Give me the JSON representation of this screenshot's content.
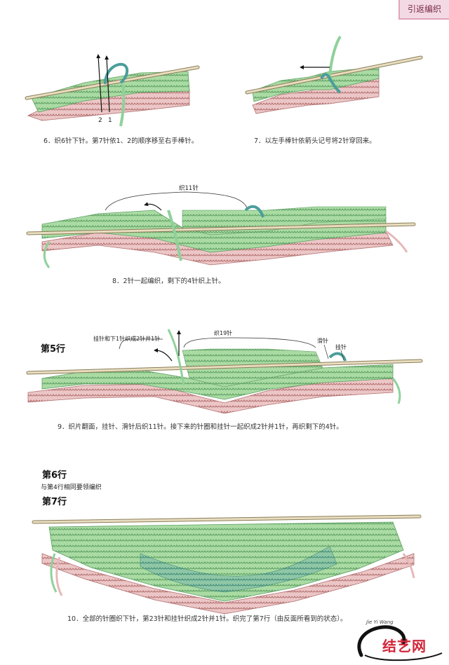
{
  "header": {
    "section_tab": "引返编织"
  },
  "steps": [
    {
      "caption": "6．织6针下针。第7针依1、2的顺序移至右手棒针。",
      "markers": [
        "2",
        "1"
      ]
    },
    {
      "caption": "7．以左手棒针依箭头记号将2针穿回来。"
    },
    {
      "caption": "8．2针一起编织，剩下的4针织上针。",
      "bracket_label": "织11针"
    },
    {
      "caption": "9．织片翻面，挂针、滑针后织11针。接下来的针圈和挂针一起织成2针并1针，再织剩下的4针。",
      "notes": {
        "left": "挂针和下1针织成2针并1针",
        "bracket": "织19针",
        "slip": "滑针",
        "yarnover": "挂针"
      }
    },
    {
      "caption": "10．全部的针圈织下针，第23针和挂针织成2针并1针。织完了第7行（由反面所看到的状态）。"
    }
  ],
  "rows": {
    "row5": "第5行",
    "row6": "第6行",
    "row6_note": "与第4行相同要领编织",
    "row7": "第7行"
  },
  "branding": {
    "logo_text": "结艺网",
    "logo_pinyin": "Jie Yi Wang"
  },
  "colors": {
    "needle": "#e8ddc0",
    "needle_edge": "#8a7d58",
    "green": "#9fd49a",
    "green_dark": "#4e9b5a",
    "pink": "#e6b8b8",
    "pink_dark": "#b77272",
    "teal": "#4a9e9b",
    "arrow": "#111111"
  }
}
